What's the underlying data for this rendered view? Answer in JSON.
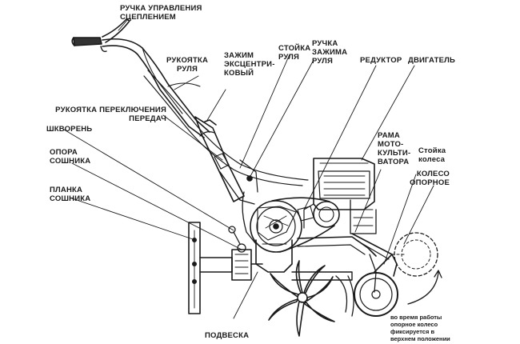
{
  "labels": {
    "clutch_handle": "РУЧКА УПРАВЛЕНИЯ\nСЦЕПЛЕНИЕМ",
    "handlebar_grip": "РУКОЯТКА\nРУЛЯ",
    "eccentric_clamp": "ЗАЖИМ\nЭКСЦЕНТРИ-\nКОВЫЙ",
    "handlebar_post": "СТОЙКА\nРУЛЯ",
    "handlebar_clamp_handle": "РУЧКА\nЗАЖИМА\nРУЛЯ",
    "gearbox": "РЕДУКТОР",
    "engine": "ДВИГАТЕЛЬ",
    "gear_shift_handle": "РУКОЯТКА ПЕРЕКЛЮЧЕНИЯ\nПЕРЕДАЧ",
    "kingpin": "ШКВОРЕНЬ",
    "coulter_support": "ОПОРА\nСОШНИКА",
    "coulter_bar": "ПЛАНКА\nСОШНИКА",
    "cultivator_frame": "РАМА\nМОТО-\nКУЛЬТИ-\nВАТОРА",
    "wheel_post": "Стойка\nколеса",
    "support_wheel": "КОЛЕСО\nОПОРНОЕ",
    "suspension": "ПОДВЕСКА",
    "wheel_note": "во время работы\nопорное колесо\nфиксируется в\nверхнем положении"
  }
}
